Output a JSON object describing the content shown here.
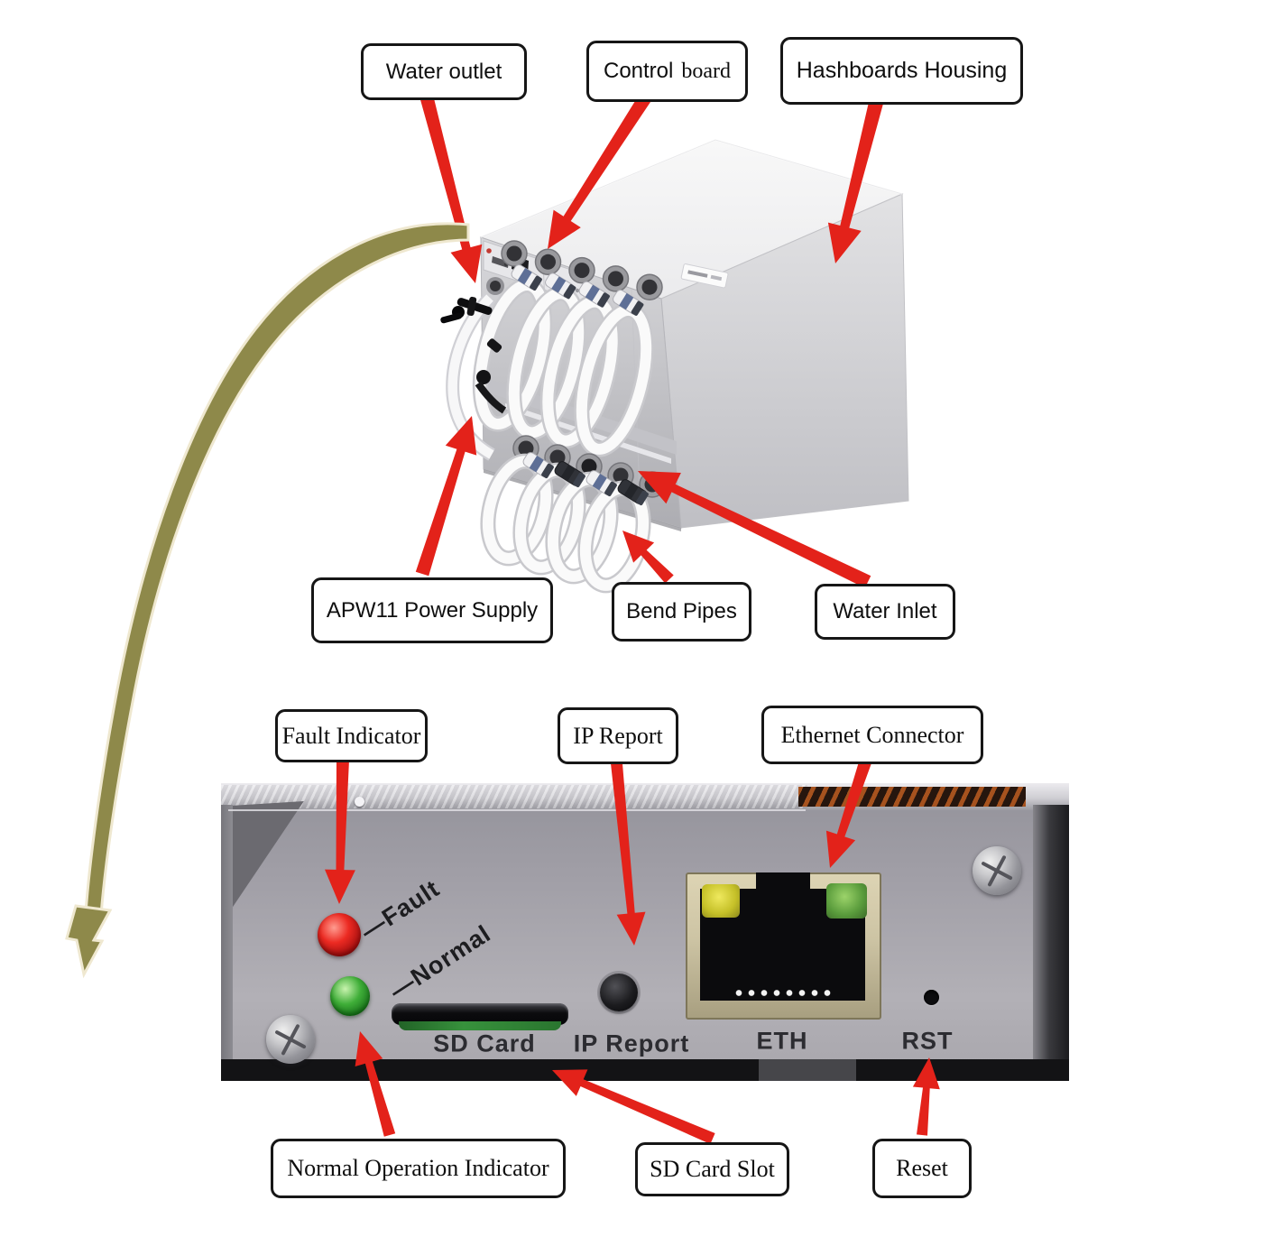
{
  "labels": {
    "water_outlet": "Water outlet",
    "control_board_part1": "Control",
    "control_board_part2": "board",
    "hashboards_housing": "Hashboards Housing",
    "apw11_power_supply": "APW11 Power Supply",
    "bend_pipes": "Bend Pipes",
    "water_inlet": "Water Inlet",
    "fault_indicator": "Fault Indicator",
    "ip_report": "IP Report",
    "ethernet_connector": "Ethernet Connector",
    "normal_operation_indicator": "Normal Operation Indicator",
    "sd_card_slot": "SD Card Slot",
    "reset": "Reset"
  },
  "panel": {
    "fault_led_label": "—Fault",
    "normal_led_label": "—Normal",
    "sd_card": "SD Card",
    "ip_report": "IP Report",
    "eth": "ETH",
    "rst": "RST"
  },
  "colors": {
    "arrow_red": "#e3221a",
    "guide_arrow_olive": "#8e894a",
    "guide_arrow_outline": "#efe8d0",
    "label_border": "#161616",
    "fault_led": "#d41a1a",
    "normal_led": "#2e9e2e",
    "eth_led_yellow": "#cfc92e",
    "eth_led_green": "#67a94d",
    "sd_pcb_green": "#37913c"
  }
}
